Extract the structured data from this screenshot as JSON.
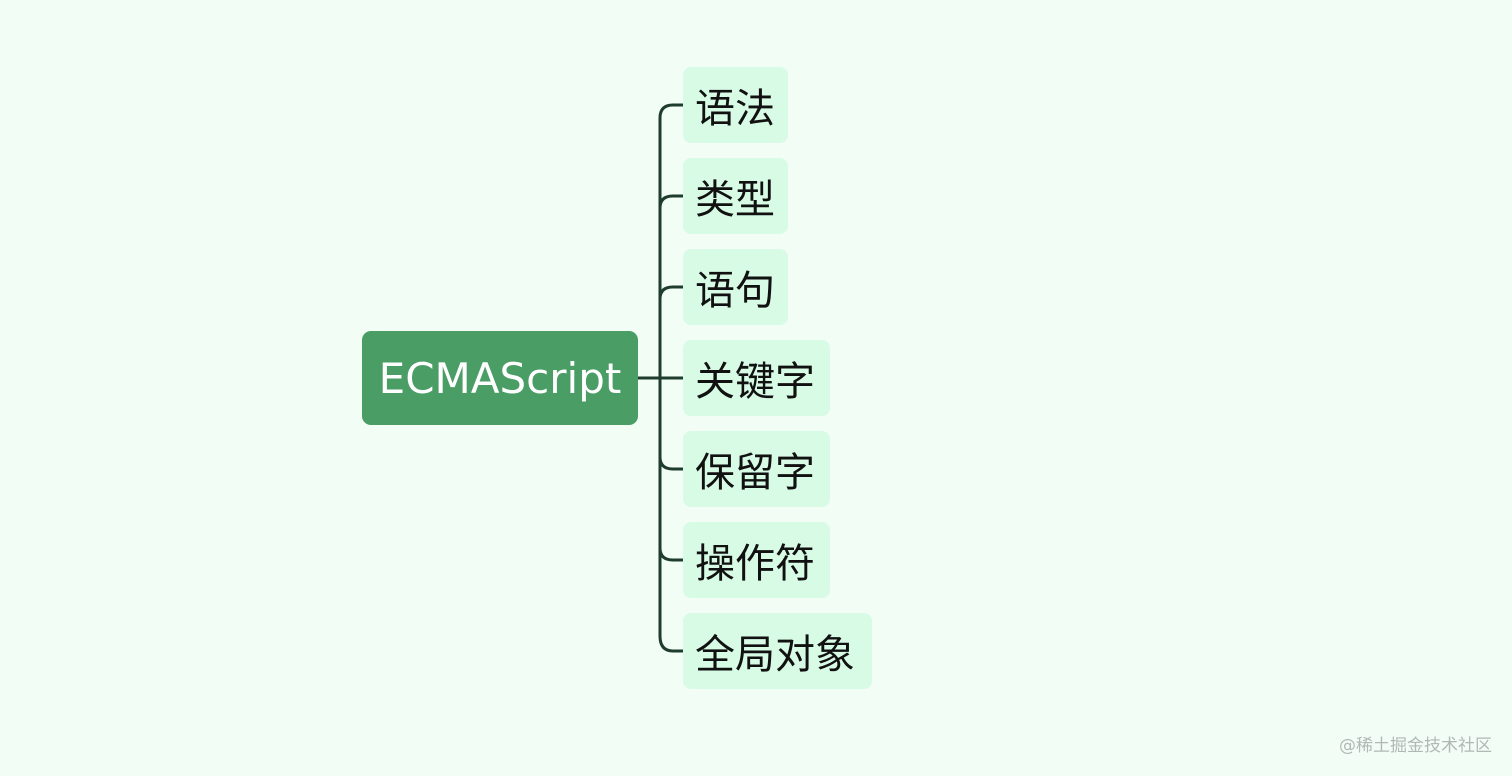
{
  "mindmap": {
    "root": {
      "label": "ECMAScript"
    },
    "children": [
      {
        "label": "语法"
      },
      {
        "label": "类型"
      },
      {
        "label": "语句"
      },
      {
        "label": "关键字"
      },
      {
        "label": "保留字"
      },
      {
        "label": "操作符"
      },
      {
        "label": "全局对象"
      }
    ]
  },
  "watermark": "@稀土掘金技术社区",
  "colors": {
    "background": "#f2fdf6",
    "root_fill": "#4a9d64",
    "child_fill": "#d8fbe6",
    "connector": "#1f3d2c"
  }
}
